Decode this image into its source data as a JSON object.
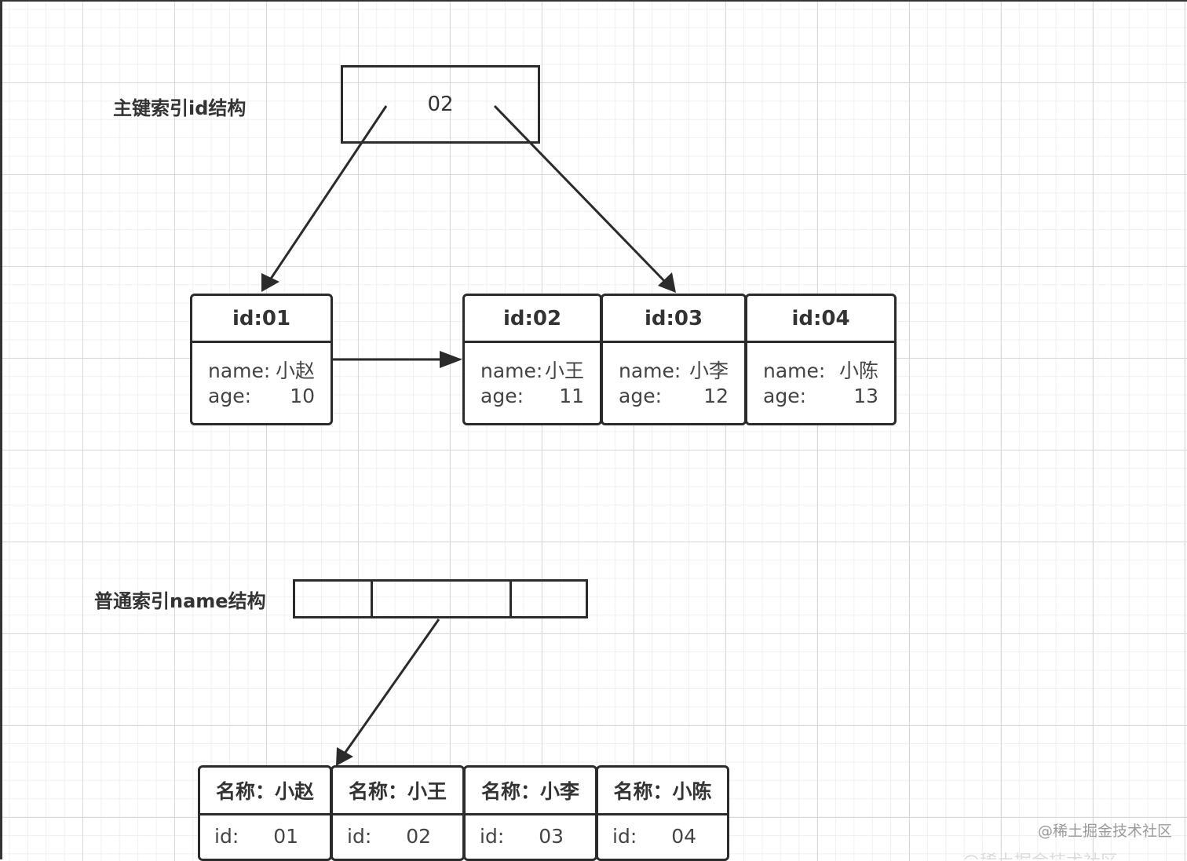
{
  "primary_index": {
    "title": "主键索引id结构",
    "root_label": "02",
    "nodes": [
      {
        "header": "id:01",
        "name_label": "name:",
        "name_value": "小赵",
        "age_label": "age:",
        "age_value": "10"
      },
      {
        "header": "id:02",
        "name_label": "name:",
        "name_value": "小王",
        "age_label": "age:",
        "age_value": "11"
      },
      {
        "header": "id:03",
        "name_label": "name:",
        "name_value": "小李",
        "age_label": "age:",
        "age_value": "12"
      },
      {
        "header": "id:04",
        "name_label": "name:",
        "name_value": "小陈",
        "age_label": "age:",
        "age_value": "13"
      }
    ]
  },
  "secondary_index": {
    "title": "普通索引name结构",
    "leaves": [
      {
        "header": "名称：小赵",
        "id_label": "id:",
        "id_value": "01"
      },
      {
        "header": "名称：小王",
        "id_label": "id:",
        "id_value": "02"
      },
      {
        "header": "名称：小李",
        "id_label": "id:",
        "id_value": "03"
      },
      {
        "header": "名称：小陈",
        "id_label": "id:",
        "id_value": "04"
      }
    ]
  },
  "watermark": "@稀土掘金技术社区",
  "colors": {
    "line": "#2b2b2b",
    "grid": "#d9d9d9",
    "text": "#333333"
  }
}
